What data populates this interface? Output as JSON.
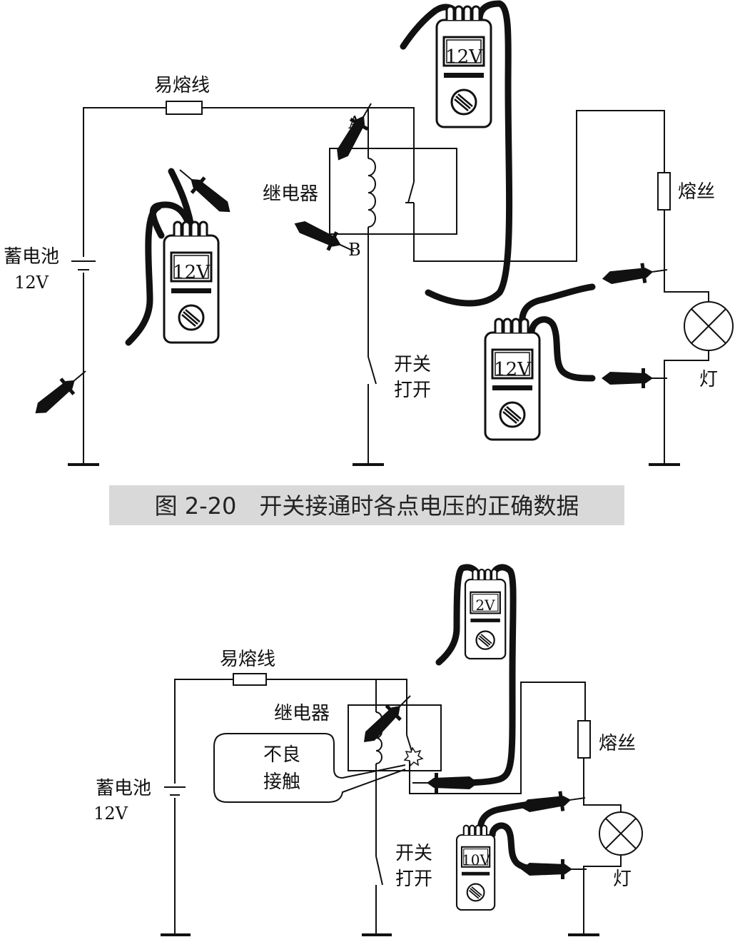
{
  "figure1": {
    "fuse_wire_label": "易熔线",
    "battery_label": "蓄电池",
    "battery_voltage": "12V",
    "relay_label": "继电器",
    "point_a": "A",
    "point_b": "B",
    "fuse_label": "熔丝",
    "switch_label_1": "开关",
    "switch_label_2": "打开",
    "lamp_label": "灯",
    "meter_left_reading": "12V",
    "meter_top_reading": "12V",
    "meter_right_reading": "12V"
  },
  "caption": "图 2-20　开关接通时各点电压的正确数据",
  "figure2": {
    "fuse_wire_label": "易熔线",
    "battery_label": "蓄电池",
    "battery_voltage": "12V",
    "relay_label": "继电器",
    "bad_contact_1": "不良",
    "bad_contact_2": "接触",
    "fuse_label": "熔丝",
    "switch_label_1": "开关",
    "switch_label_2": "打开",
    "lamp_label": "灯",
    "meter_top_reading": "2V",
    "meter_bottom_reading": "10V"
  },
  "colors": {
    "line": "#111111",
    "caption_bg": "#d9d9d9"
  }
}
